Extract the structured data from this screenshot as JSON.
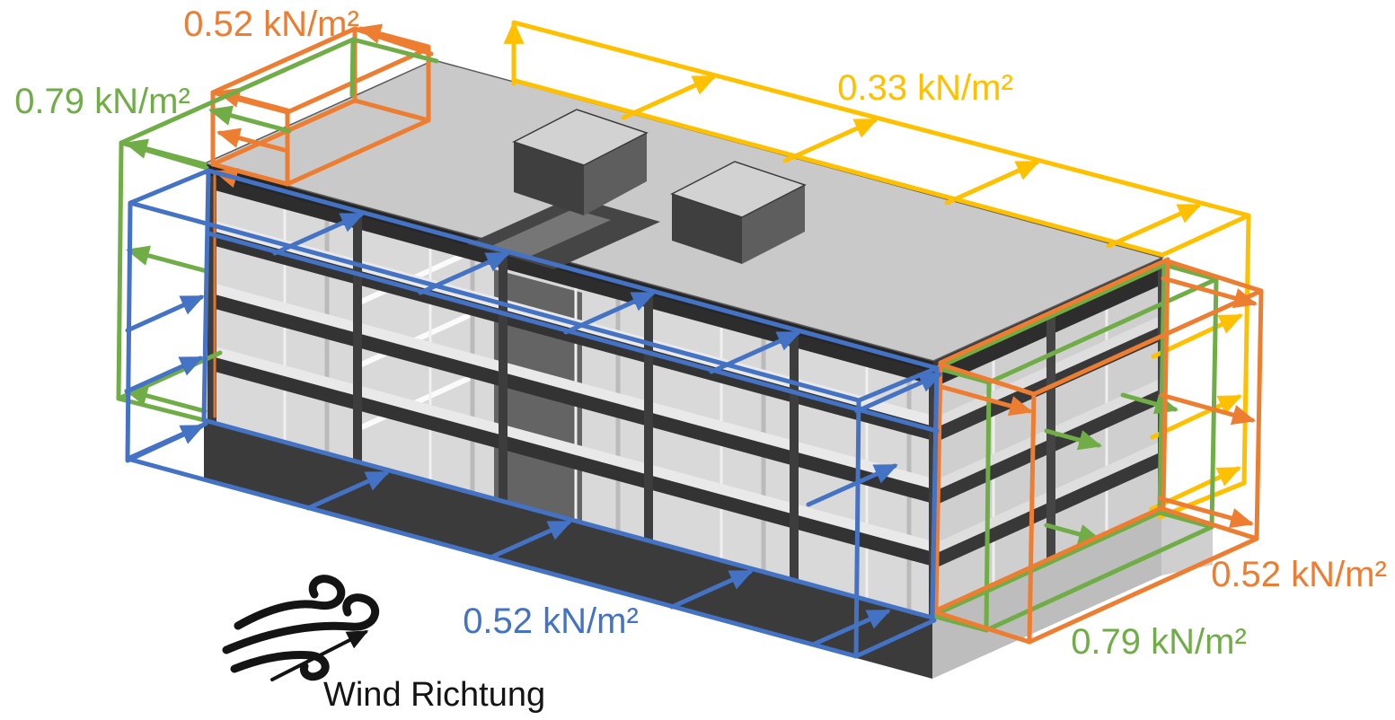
{
  "colors": {
    "blue": "#4472C4",
    "green": "#70AD47",
    "orange": "#ED7D31",
    "yellow": "#FFC000",
    "ink": "#141414"
  },
  "diagram": {
    "type": "wind-load-3d-building-diagram",
    "language": "de",
    "wind": {
      "label": "Wind Richtung"
    },
    "loads": {
      "top_left_orange": "0.52 kN/m²",
      "left_green": "0.79 kN/m²",
      "roof_yellow": "0.33 kN/m²",
      "front_blue": "0.52 kN/m²",
      "right_orange": "0.52 kN/m²",
      "right_green": "0.79 kN/m²"
    }
  }
}
